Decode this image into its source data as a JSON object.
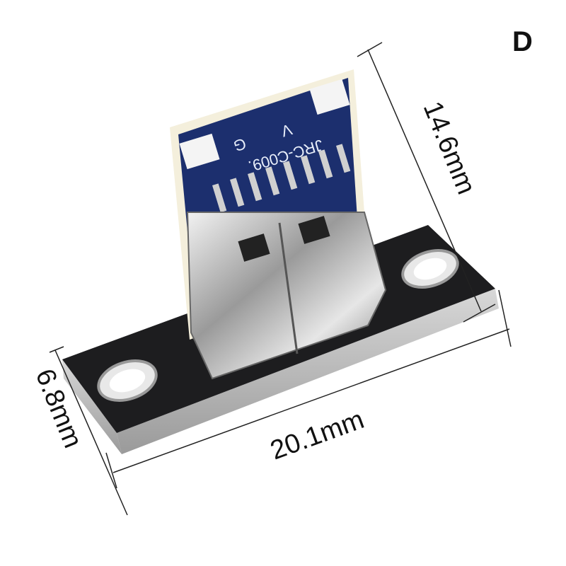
{
  "panel_label": "D",
  "dimensions": {
    "height": "14.6mm",
    "length": "20.1mm",
    "width": "6.8mm"
  },
  "pcb_markings": {
    "model": "JRC-C009.",
    "pin_g": "G",
    "pin_v": "V"
  },
  "colors": {
    "pcb_blue": "#1c2f6e",
    "base_board": "#1d1d1f",
    "metal": "#c8c8c8"
  }
}
